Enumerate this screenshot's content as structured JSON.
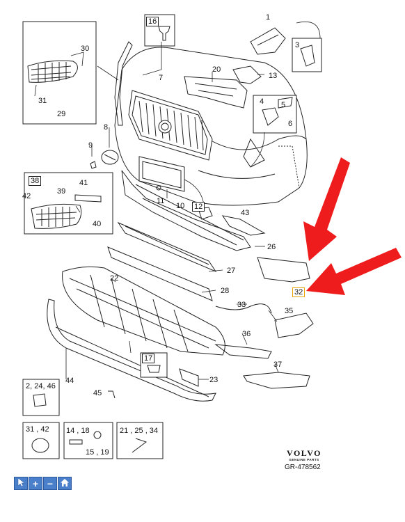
{
  "callouts": {
    "c1": "1",
    "c3": "3",
    "c4": "4",
    "c5": "5",
    "c6": "6",
    "c7": "7",
    "c8": "8",
    "c9": "9",
    "c10": "10",
    "c11": "11",
    "c12": "12",
    "c13": "13",
    "c16": "16",
    "c20": "20",
    "c22": "22",
    "c23": "23",
    "c26": "26",
    "c27": "27",
    "c28": "28",
    "c29": "29",
    "c30": "30",
    "c31": "31",
    "c32": "32",
    "c33": "33",
    "c35": "35",
    "c36": "36",
    "c37": "37",
    "c38": "38",
    "c39": "39",
    "c40": "40",
    "c41": "41",
    "c42": "42",
    "c43": "43",
    "c44": "44",
    "c45": "45",
    "c17": "17"
  },
  "detail_boxes": {
    "b_2_24_46": "2, 24, 46",
    "b_31_42": "31 , 42",
    "b_14_18": "14 , 18",
    "b_15_19": "15 , 19",
    "b_21_25_34": "21 , 25 , 34"
  },
  "logo": {
    "brand": "VOLVO",
    "subtitle": "GENUINE PARTS"
  },
  "reference": "GR-478562",
  "toolbar": {
    "select_icon": "pointer-icon",
    "zoom_in_icon": "plus-icon",
    "zoom_out_icon": "minus-icon",
    "home_icon": "home-icon"
  },
  "colors": {
    "arrow": "#ee1c1c",
    "highlight": "#e8a400",
    "toolbar": "#4a7fc9"
  }
}
